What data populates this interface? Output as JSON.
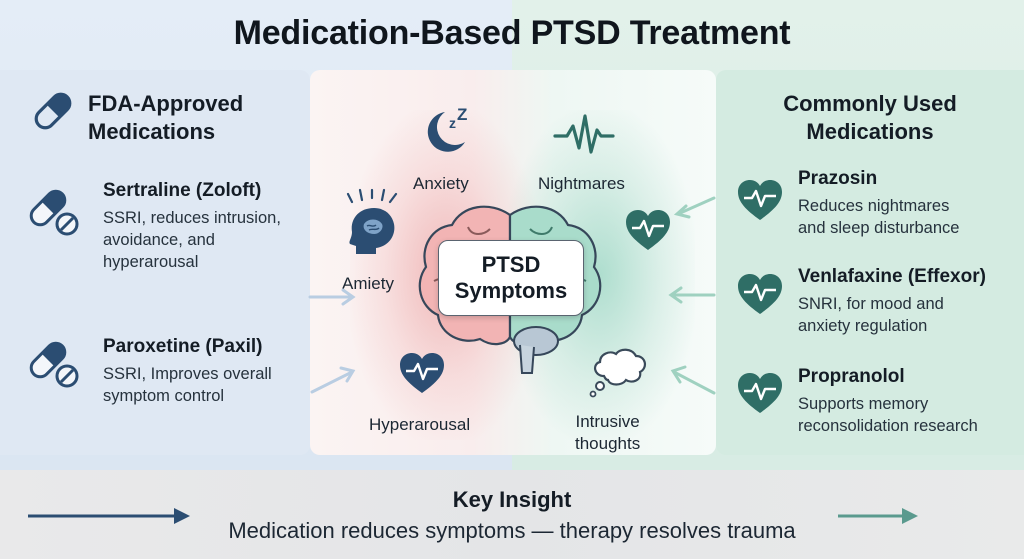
{
  "title": "Medication-Based PTSD Treatment",
  "colors": {
    "navy": "#2b4d72",
    "teal": "#2f6e66",
    "left_bg": "#dfe8f3",
    "right_bg": "#d4ebe1",
    "glow_red": "#e88c8c",
    "glow_green": "#78c8af"
  },
  "left": {
    "heading": [
      "FDA-Approved",
      "Medications"
    ],
    "heading_icon": "pill-capsule-icon",
    "meds": [
      {
        "name": "Sertraline (Zoloft)",
        "desc": [
          "SSRI, reduces intrusion,",
          "avoidance, and",
          "hyperarousal"
        ],
        "icon": "pill-tablet-icon"
      },
      {
        "name": "Paroxetine (Paxil)",
        "desc": [
          "SSRI, Improves overall",
          "symptom control"
        ],
        "icon": "pill-tablet-icon"
      }
    ]
  },
  "center": {
    "box_text": [
      "PTSD",
      "Symptoms"
    ],
    "labels": {
      "anxiety": "Anxiety",
      "nightmares": "Nightmares",
      "amiety": "Amiety",
      "hyperarousal": "Hyperarousal",
      "intrusive": [
        "Intrusive",
        "thoughts"
      ]
    },
    "icons": [
      "moon-sleep-icon",
      "heartbeat-line-icon",
      "stressed-head-icon",
      "heart-pulse-icon",
      "thought-bubble-icon",
      "brain-icon"
    ]
  },
  "right": {
    "heading": [
      "Commonly Used",
      "Medications"
    ],
    "meds": [
      {
        "name": "Prazosin",
        "desc": [
          "Reduces nightmares",
          "and sleep disturbance"
        ],
        "icon": "heart-pulse-icon"
      },
      {
        "name": "Venlafaxine (Effexor)",
        "desc": [
          "SNRI, for mood and",
          "anxiety regulation"
        ],
        "icon": "heart-pulse-icon"
      },
      {
        "name": "Propranolol",
        "desc": [
          "Supports memory",
          "reconsolidation research"
        ],
        "icon": "heart-pulse-icon"
      }
    ]
  },
  "insight": {
    "title": "Key Insight",
    "text": "Medication reduces symptoms — therapy resolves trauma"
  }
}
